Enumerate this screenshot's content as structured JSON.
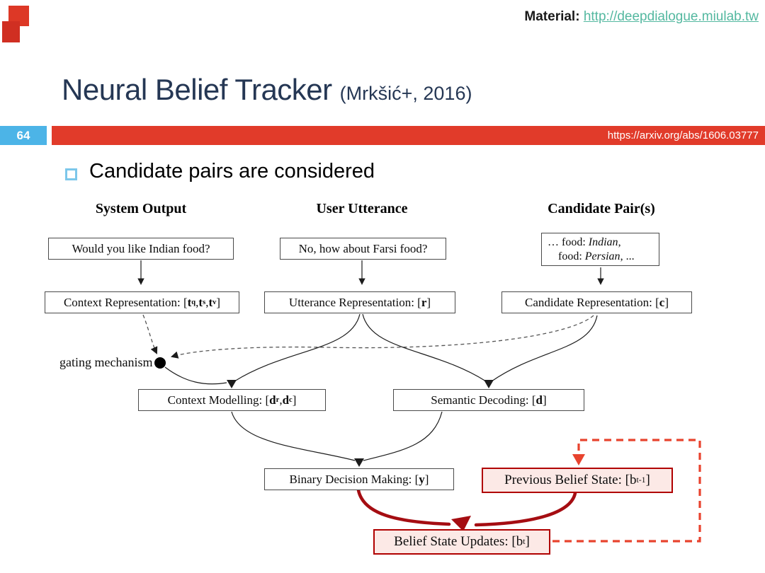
{
  "header": {
    "material_label": "Material:",
    "material_link": "http://deepdialogue.miulab.tw"
  },
  "title": {
    "main": "Neural Belief Tracker",
    "citation": "(Mrkšić+, 2016)"
  },
  "banner": {
    "page_number": "64",
    "link": "https://arxiv.org/abs/1606.03777"
  },
  "content": {
    "bullet_text": "Candidate pairs are considered"
  },
  "diagram": {
    "col_headers": [
      "System Output",
      "User Utterance",
      "Candidate Pair(s)"
    ],
    "system_output_box": "Would you like Indian food?",
    "user_utterance_box": "No, how about Farsi food?",
    "candidate_box": {
      "l1a": "… food: ",
      "l1b": "Indian",
      "l1c": ",",
      "l2a": "food: ",
      "l2b": "Persian",
      "l2c": ", ..."
    },
    "context_repr": {
      "pre": "Context Representation: [",
      "v1": "t",
      "v1s": "q",
      "sep1": ", ",
      "v2": "t",
      "v2s": "s",
      "sep2": ", ",
      "v3": "t",
      "v3s": "v",
      "post": "]"
    },
    "utterance_repr": {
      "pre": "Utterance Representation: [",
      "v": "r",
      "post": "]"
    },
    "candidate_repr": {
      "pre": "Candidate Representation: [",
      "v": "c",
      "post": "]"
    },
    "gating_label": "gating mechanism",
    "context_modelling": {
      "pre": "Context Modelling: [",
      "v1": "d",
      "v1s": "r",
      "sep": ", ",
      "v2": "d",
      "v2s": "c",
      "post": "]"
    },
    "semantic_decoding": {
      "pre": "Semantic Decoding: [",
      "v": "d",
      "post": "]"
    },
    "binary_decision": {
      "pre": "Binary Decision Making: [",
      "v": "y",
      "post": "]"
    },
    "previous_belief": {
      "pre": "Previous Belief State: [",
      "v": "b",
      "vs": "t-1",
      "post": "]"
    },
    "belief_updates": {
      "pre": "Belief State Updates: [",
      "v": "b",
      "vs": "t",
      "post": "]"
    }
  },
  "colors": {
    "accent_red": "#e13b2a",
    "page_blue": "#4cb4e7",
    "link_teal": "#54b8a0",
    "title_navy": "#253754",
    "pink_fill": "#fce9e6",
    "red_border": "#b00000",
    "dark_red_arrow": "#a50d12",
    "dashed_red": "#e8432e"
  }
}
